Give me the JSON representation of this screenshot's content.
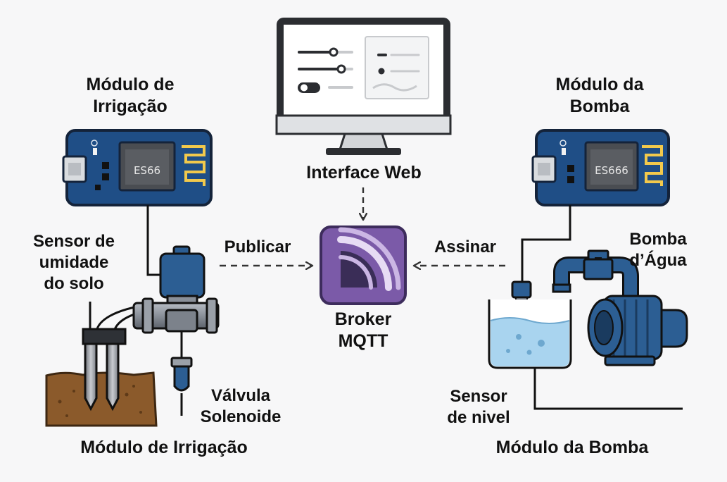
{
  "labels": {
    "irrigation_module_top_line1": "Módulo de",
    "irrigation_module_top_line2": "Irrigação",
    "pump_module_top_line1": "Módulo da",
    "pump_module_top_line2": "Bomba",
    "web_interface": "Interface Web",
    "publish": "Publicar",
    "subscribe": "Assinar",
    "broker_line1": "Broker",
    "broker_line2": "MQTT",
    "soil_sensor_line1": "Sensor de",
    "soil_sensor_line2": "umidade",
    "soil_sensor_line3": "do solo",
    "valve_line1": "Válvula",
    "valve_line2": "Solenoide",
    "water_pump_line1": "Bomba",
    "water_pump_line2": "d’Água",
    "level_sensor_line1": "Sensor",
    "level_sensor_line2": "de nivel",
    "irrigation_module_bottom": "Módulo de Irrigação",
    "pump_module_bottom": "Módulo da Bomba"
  },
  "chips": {
    "left": "ES66",
    "right": "ES666"
  },
  "colors": {
    "pcb": "#1f4e86",
    "broker": "#7b5aa8",
    "soil": "#8b5a2b",
    "water": "#a9d4ef",
    "pump": "#2c5e93"
  }
}
